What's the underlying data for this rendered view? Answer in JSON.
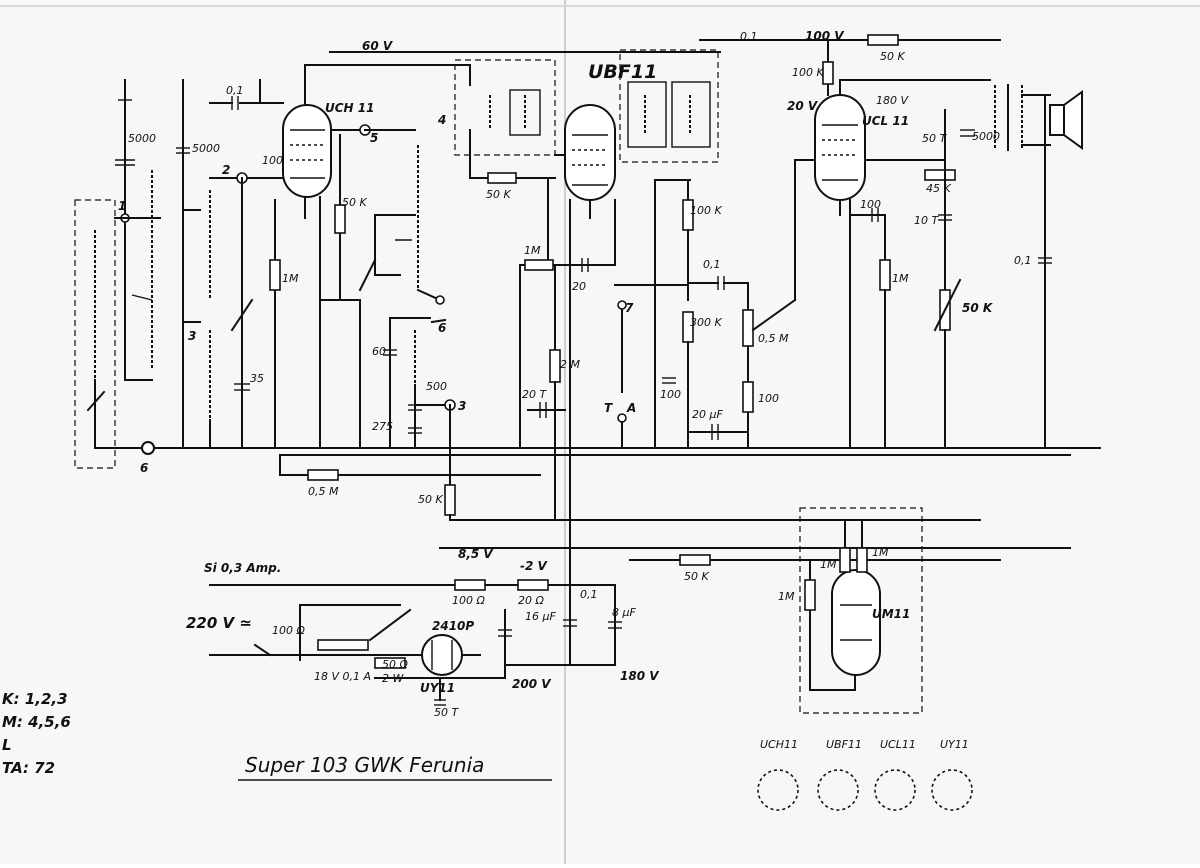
{
  "title": "Super 103 GWK  Ferunia",
  "legend": {
    "k": "K: 1,2,3",
    "m": "M: 4,5,6",
    "l": "L",
    "ta": "TA: 72"
  },
  "tubes": {
    "uch11": "UCH 11",
    "ubf11": "UBF11",
    "ucl11": "UCL 11",
    "um11": "UM11",
    "uy11": "UY11",
    "uy11_type": "2410P"
  },
  "base_labels": [
    "UCH11",
    "UBF11",
    "UCL11",
    "UY11"
  ],
  "voltages": {
    "v60": "60 V",
    "v100": "100 V",
    "v20": "20 V",
    "v180a": "180 V",
    "v180b": "180 V",
    "v200": "200 V",
    "v85": "8,5 V",
    "vm2": "-2 V",
    "mains": "220 V ≃",
    "fuse": "Si 0,3 Amp."
  },
  "components": {
    "c5000a": "5000",
    "c5000b": "5000",
    "c01a": "0,1",
    "c100a": "100",
    "r1m_a": "1M",
    "r50k_a": "50 K",
    "c35": "35",
    "c60": "60",
    "c500": "500",
    "c275": "275",
    "r05m_bottom": "0,5 M",
    "r50k_b": "50 K",
    "r50k_c": "50 K",
    "r1m_b": "1M",
    "c20": "20",
    "r2m": "2 M",
    "c20t": "20 T",
    "r100k": "100 K",
    "c01b": "0,1",
    "r300k": "300 K",
    "c100b": "100",
    "c20uf": "20 µF",
    "r05m_b": "0,5 M",
    "r100": "100",
    "c01c": "0,1",
    "r100k_b": "100 K",
    "r50k_top": "50 K",
    "c5000c": "5000",
    "c50t": "50 T",
    "r45k": "45 K",
    "c100c": "100",
    "c10t": "10 T",
    "r1m_c": "1M",
    "pot50k": "50 K",
    "c01d": "0,1",
    "r50k_d": "50 K",
    "r1m_d": "1M",
    "r1m_e": "1M",
    "r1m_f": "1M",
    "r100ohm": "100 Ω",
    "r20ohm": "20 Ω",
    "c16uf": "16 µF",
    "c8uf": "8 µF",
    "c01e": "0,1",
    "r100ohm_b": "100 Ω",
    "r50ohm": "50 Ω",
    "w2": "2 W",
    "r18v": "18 V 0,1 A",
    "c50t_b": "50 T"
  },
  "switch_contacts": [
    "1",
    "2",
    "3",
    "4",
    "5",
    "6",
    "7",
    "6",
    "T",
    "A"
  ]
}
